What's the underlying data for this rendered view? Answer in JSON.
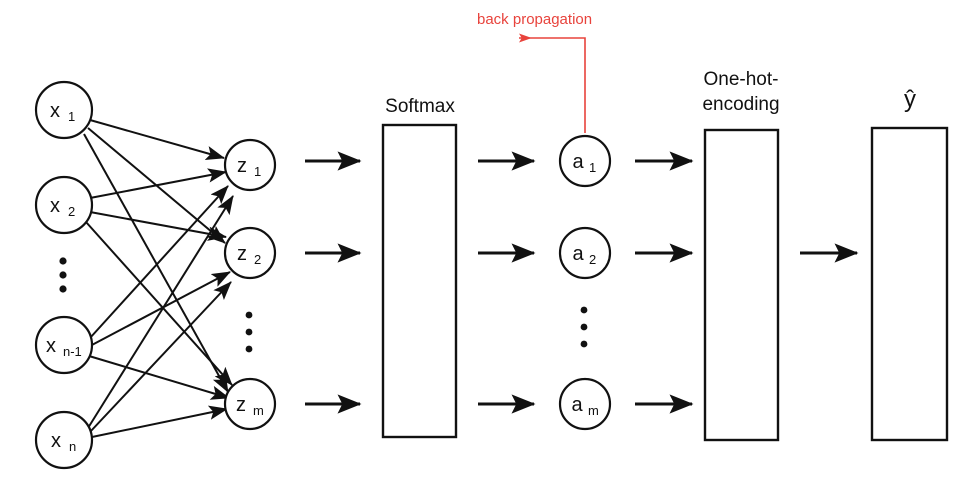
{
  "figure": {
    "title": "Neural network softmax classification diagram",
    "background_color": "#ffffff",
    "stroke_color": "#111111",
    "accent_color": "#e8433c"
  },
  "layers": {
    "input": {
      "name": "input-layer",
      "nodes": [
        {
          "base": "x",
          "sub": "1"
        },
        {
          "base": "x",
          "sub": "2"
        },
        {
          "base": "x",
          "sub": "n-1"
        },
        {
          "base": "x",
          "sub": "n"
        }
      ],
      "ellipsis": "⋮"
    },
    "linear": {
      "name": "z-layer",
      "nodes": [
        {
          "base": "z",
          "sub": "1"
        },
        {
          "base": "z",
          "sub": "2"
        },
        {
          "base": "z",
          "sub": "m"
        }
      ],
      "ellipsis": "⋮"
    },
    "activation": {
      "name": "a-layer",
      "nodes": [
        {
          "base": "a",
          "sub": "1"
        },
        {
          "base": "a",
          "sub": "2"
        },
        {
          "base": "a",
          "sub": "m"
        }
      ],
      "ellipsis": "⋮"
    }
  },
  "blocks": {
    "softmax": {
      "label": "Softmax"
    },
    "onehot": {
      "label_line1": "One-hot-",
      "label_line2": "encoding"
    },
    "output": {
      "label": "ŷ"
    }
  },
  "annotations": {
    "back_propagation": {
      "label": "back propagation",
      "color": "#e8433c"
    }
  }
}
